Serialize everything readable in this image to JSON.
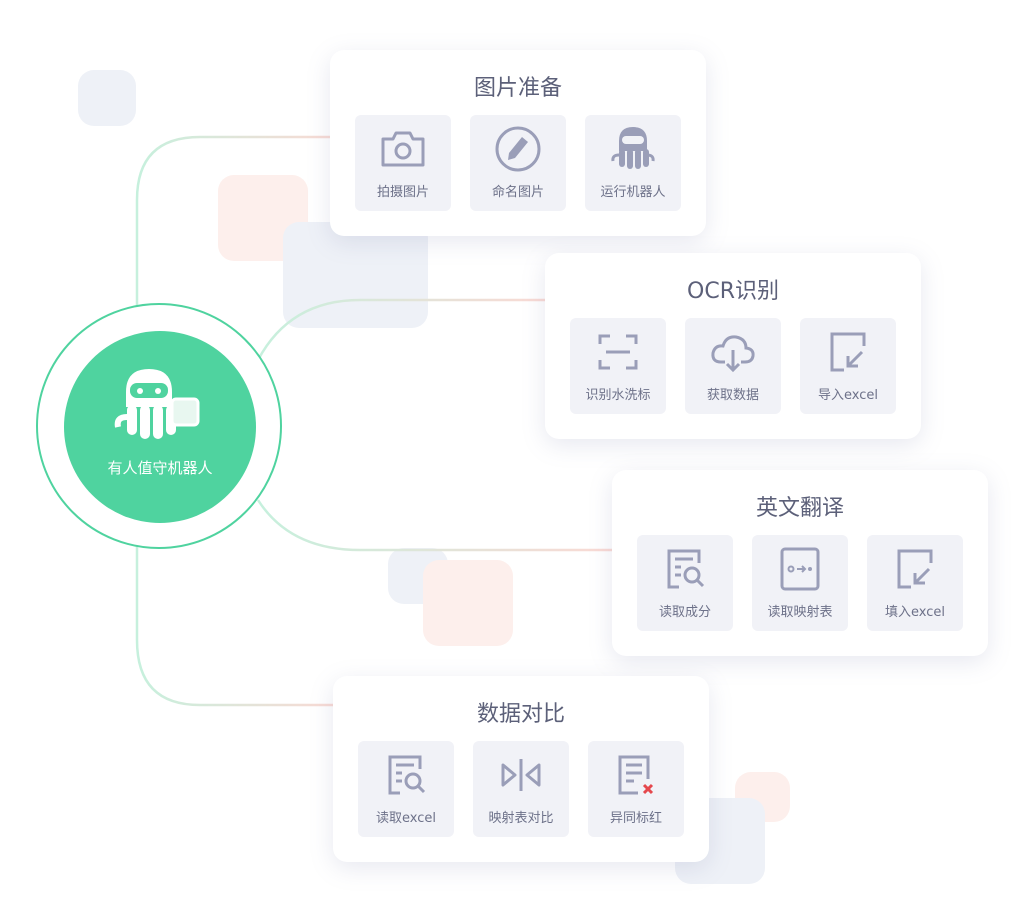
{
  "hub": {
    "label": "有人值守机器人",
    "icon": "octopus-robot-icon",
    "color": "#4fd39f"
  },
  "cards": [
    {
      "title": "图片准备",
      "items": [
        {
          "label": "拍摄图片",
          "icon": "camera-icon"
        },
        {
          "label": "命名图片",
          "icon": "pencil-circle-icon"
        },
        {
          "label": "运行机器人",
          "icon": "octopus-robot-icon"
        }
      ]
    },
    {
      "title": "OCR识别",
      "items": [
        {
          "label": "识别水洗标",
          "icon": "scan-icon"
        },
        {
          "label": "获取数据",
          "icon": "cloud-download-icon"
        },
        {
          "label": "导入excel",
          "icon": "import-icon"
        }
      ]
    },
    {
      "title": "英文翻译",
      "items": [
        {
          "label": "读取成分",
          "icon": "document-search-icon"
        },
        {
          "label": "读取映射表",
          "icon": "mapping-icon"
        },
        {
          "label": "填入excel",
          "icon": "import-icon"
        }
      ]
    },
    {
      "title": "数据对比",
      "items": [
        {
          "label": "读取excel",
          "icon": "document-search-icon"
        },
        {
          "label": "映射表对比",
          "icon": "compare-icon"
        },
        {
          "label": "异同标红",
          "icon": "document-error-icon"
        }
      ]
    }
  ],
  "colors": {
    "title": "#5c6079",
    "icon": "#9a9eb8",
    "tile": "#f1f2f7",
    "error": "#e5484d"
  }
}
